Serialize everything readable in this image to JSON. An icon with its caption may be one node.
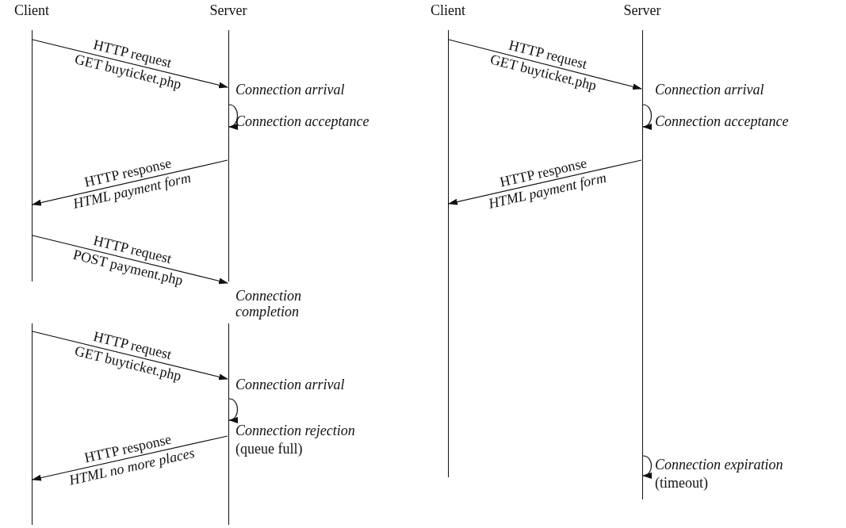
{
  "diagram": {
    "nodes": [
      {
        "text": [
          "Client"
        ]
      },
      {
        "text": [
          "Server"
        ]
      },
      {
        "text": [],
        "shape": "line"
      },
      {
        "text": [],
        "shape": "line"
      },
      {
        "text": [
          "Client"
        ]
      },
      {
        "text": [
          "Server"
        ]
      }
    ],
    "edges": [
      {
        "from": 0,
        "to": 1,
        "arrow": "to",
        "label": "HTTP request"
      },
      {
        "from": 1,
        "to": 1,
        "arrow": "to"
      },
      {
        "from": 1,
        "to": 0,
        "arrow": "to",
        "label": "HTTP response"
      },
      {
        "from": 0,
        "to": 1,
        "arrow": "to",
        "label": "HTTP request"
      },
      {
        "from": 2,
        "to": 3,
        "arrow": "to",
        "label": "HTTP request"
      },
      {
        "from": 3,
        "to": 3,
        "arrow": "to"
      },
      {
        "from": 3,
        "to": 2,
        "arrow": "to",
        "label": "HTTP response"
      },
      {
        "from": 4,
        "to": 5,
        "arrow": "to",
        "label": "HTTP request"
      },
      {
        "from": 5,
        "to": 5,
        "arrow": "to"
      },
      {
        "from": 5,
        "to": 4,
        "arrow": "to",
        "label": "HTTP response"
      },
      {
        "from": 5,
        "to": 5,
        "arrow": "to"
      }
    ],
    "labels": [
      "GET buyticket.php",
      "Connection arrival",
      "Connection acceptance",
      "HTML payment form",
      "POST payment.php",
      "Connection completion",
      "GET buyticket.php",
      "Connection arrival",
      "Connection rejection",
      "(queue full)",
      "HTML no more places",
      "GET buyticket.php",
      "Connection arrival",
      "Connection acceptance",
      "HTML payment form",
      "Connection expiration",
      "(timeout)"
    ]
  }
}
